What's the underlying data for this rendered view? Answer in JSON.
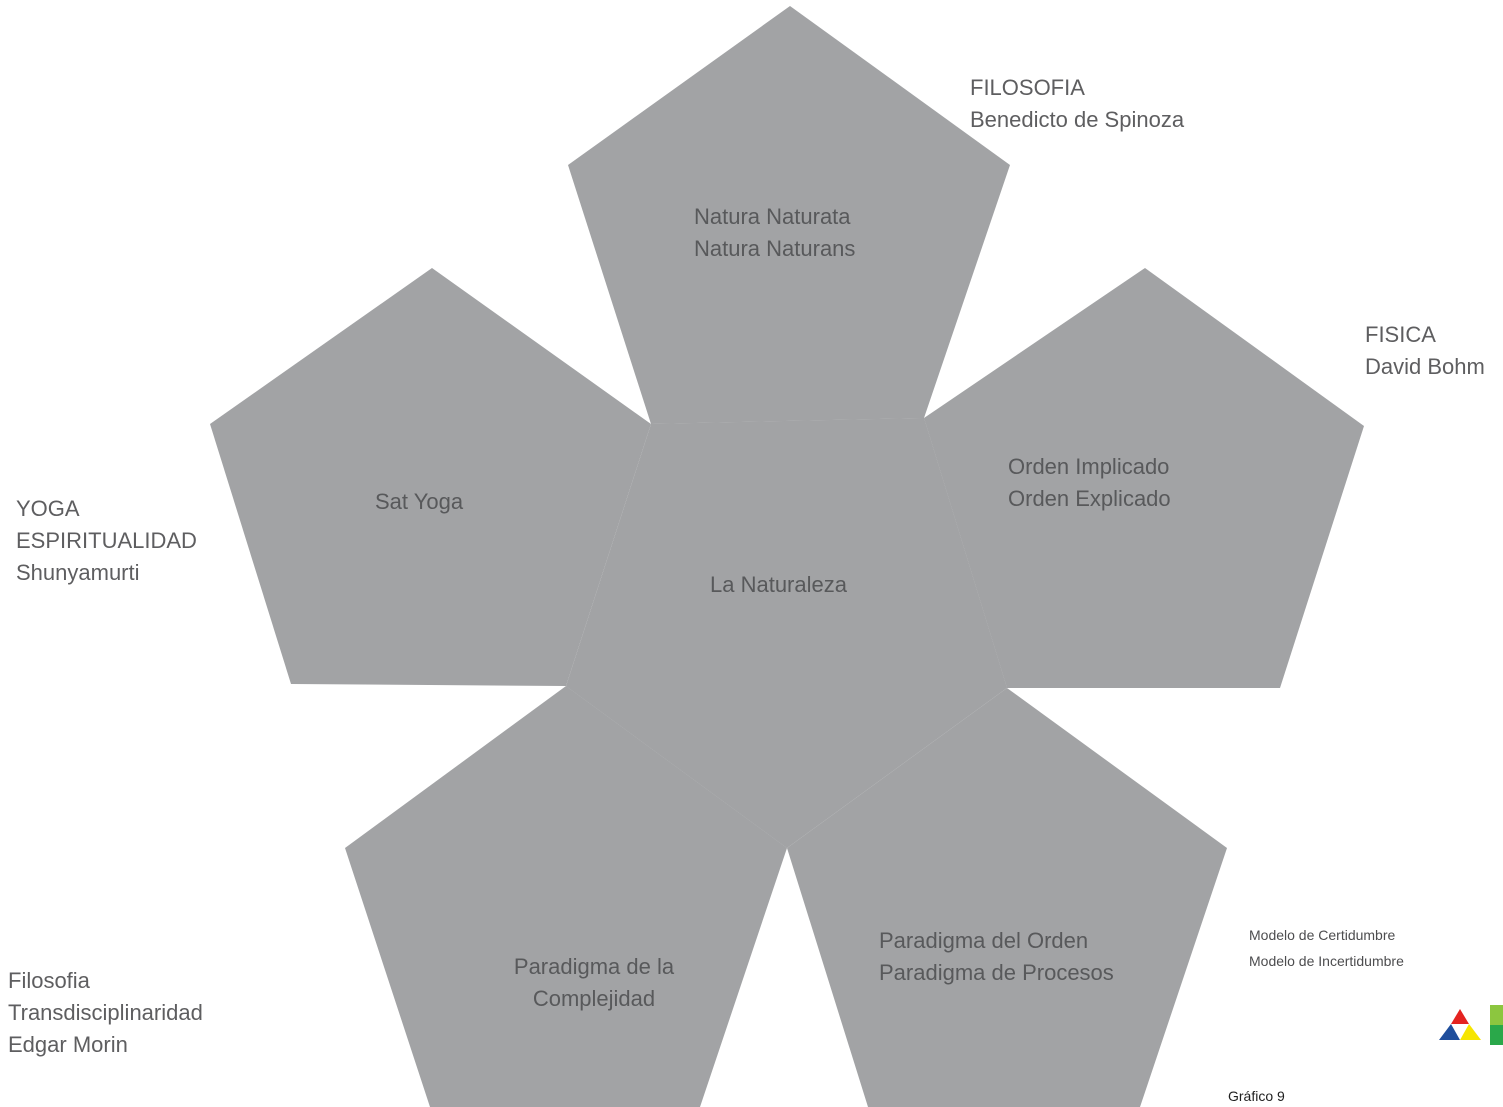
{
  "diagram": {
    "center": "La Naturaleza",
    "petals": [
      {
        "id": "top",
        "lines": [
          "Natura Naturata",
          "Natura Naturans"
        ]
      },
      {
        "id": "left",
        "lines": [
          "Sat Yoga"
        ]
      },
      {
        "id": "right",
        "lines": [
          "Orden Implicado",
          "Orden Explicado"
        ]
      },
      {
        "id": "bottom-left",
        "lines": [
          "Paradigma de la",
          "Complejidad"
        ]
      },
      {
        "id": "bottom-right",
        "lines": [
          "Paradigma del Orden",
          "Paradigma de Procesos"
        ]
      }
    ],
    "outer_labels": {
      "top": [
        "FILOSOFIA",
        "Benedicto de Spinoza"
      ],
      "right": [
        "FISICA",
        "David Bohm"
      ],
      "left": [
        "YOGA",
        "ESPIRITUALIDAD",
        "Shunyamurti"
      ],
      "bottom_left": [
        "Filosofia",
        "Transdisciplinaridad",
        "Edgar Morin"
      ]
    },
    "models": [
      "Modelo de Certidumbre",
      "Modelo de Incertidumbre"
    ],
    "caption": "Gráfico 9"
  },
  "colors": {
    "shape": "#a2a3a5",
    "text": "#58595b",
    "logo_red": "#e42320",
    "logo_blue": "#1f4e9c",
    "logo_yellow": "#f6e500",
    "logo_green_light": "#8cc63f",
    "logo_green_dark": "#2aa84a"
  },
  "icons": {
    "logo": "triangle-logo-icon"
  }
}
